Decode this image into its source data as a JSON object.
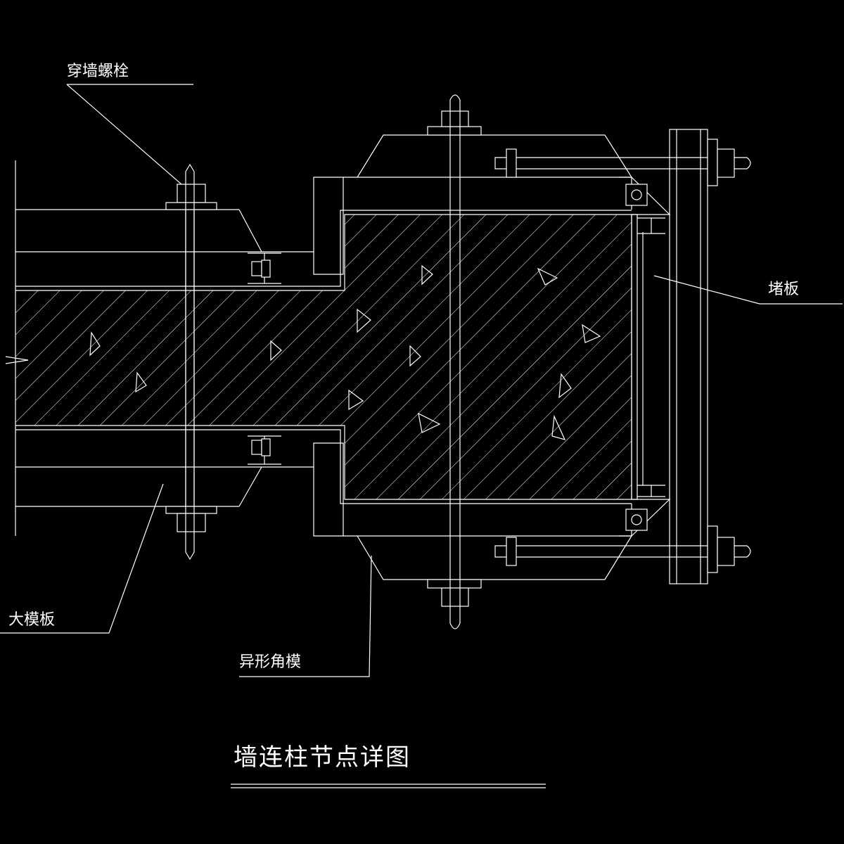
{
  "labels": {
    "through_wall_bolt": "穿墙螺栓",
    "end_plate": "堵板",
    "large_formwork": "大模板",
    "special_corner_form": "异形角模"
  },
  "title": "墙连柱节点详图",
  "colors": {
    "background": "#000000",
    "line": "#ffffff"
  }
}
